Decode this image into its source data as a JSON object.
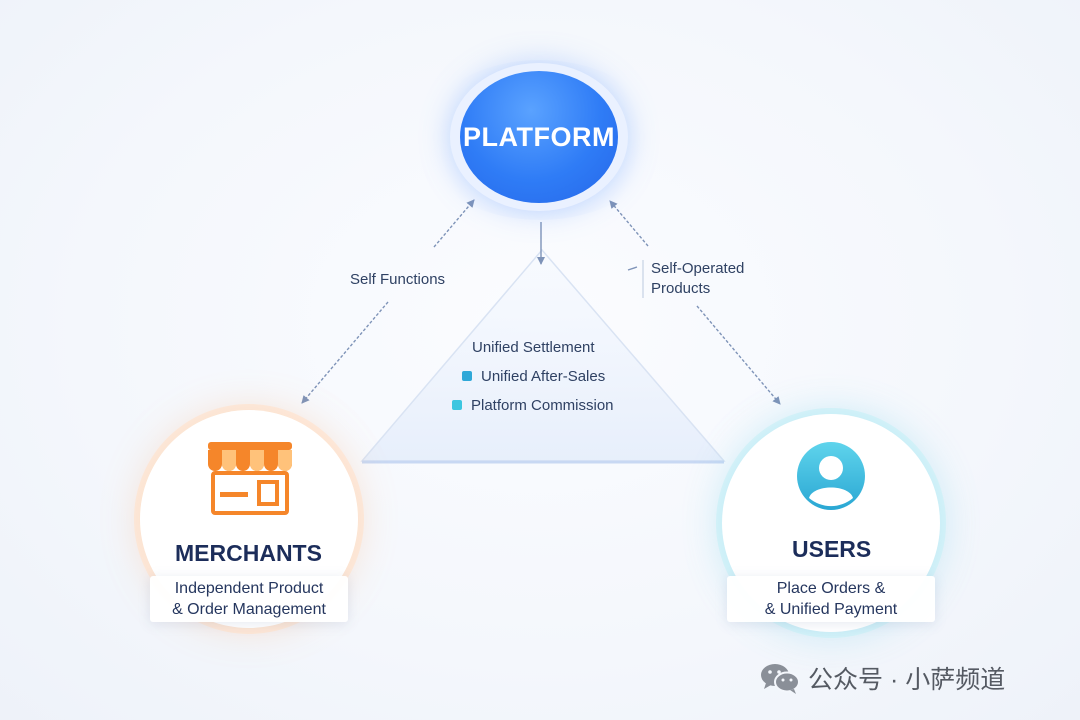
{
  "platform": {
    "label": "PLATFORM"
  },
  "merchants": {
    "label": "MERCHANTS",
    "desc_line1": "Independent Product",
    "desc_line2": "& Order Management",
    "icon": "storefront-icon",
    "accent": "#f5862a"
  },
  "users": {
    "label": "USERS",
    "desc_line1": "Place Orders &",
    "desc_line2": "& Unified Payment",
    "icon": "user-avatar-icon",
    "accent": "#3bb8dc"
  },
  "edges": {
    "left_label": "Self Functions",
    "right_label_line1": "Self-Operated",
    "right_label_line2": "Products"
  },
  "center": {
    "title": "Unified Settlement",
    "items": [
      "Unified After-Sales",
      "Platform Commission"
    ],
    "bullet_colors": [
      "#2fa8d8",
      "#3cc6e0"
    ]
  },
  "footer": {
    "text": "公众号 · 小萨频道",
    "icon": "wechat-icon"
  },
  "colors": {
    "platform_blue": "#2f7cf6",
    "arrow": "#7e93b8",
    "text_dark": "#1c2d5a"
  }
}
